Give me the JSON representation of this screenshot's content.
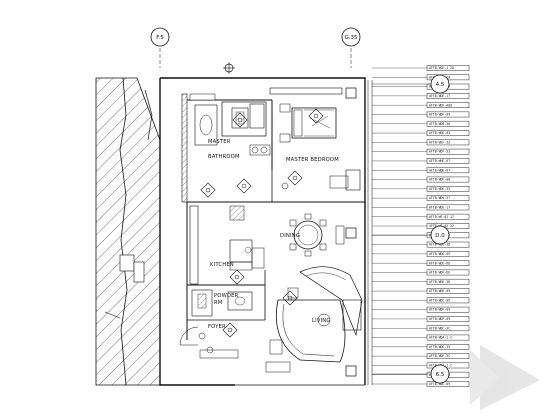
{
  "drawing": {
    "title": "",
    "rooms": {
      "master_bathroom": "MASTER\nBATHROOM",
      "master_bedroom": "MASTER BEDROOM",
      "dining": "DINING",
      "kitchen": "KITCHEN",
      "powder_rm": "POWDER\nRM",
      "foyer": "FOYER",
      "living": "LIVING"
    },
    "grid_bubbles": {
      "top_left": "F.5",
      "top_right": "G.35",
      "right_upper": "4.5",
      "right_middle": "D.0",
      "right_lower": "6.5"
    },
    "tags": [
      "AFTB-WGE-1 20",
      "AFTB-WSF-20",
      "AFTB-WDE-04",
      "AFTB-WDE-17",
      "AFTB-WDF-400",
      "AFTB-WDF-09",
      "AFTB-WDB-36",
      "AFTB-WDE-03",
      "AFTB-WEF-3Z",
      "AFTB-WDF-3Z",
      "AFTB-WHE-07",
      "AFTB-WDE-07",
      "AFTB-WDE-08",
      "AFTB-WDE-3V",
      "AFTB-WDV-3T",
      "AFTB-WDE-17",
      "AFTB-WE-02 17",
      "AFTB-WE-02 22",
      "AFTB-WDE-17",
      "AFTB-WDE-3D",
      "AFTB-WDE-09",
      "AFTB-WDE-6D",
      "AFTB-WDF-DE",
      "AFTB-WDE-3D",
      "AFTB-WDE-09",
      "AFTB-WDC-09",
      "AFTB-WDF-09",
      "AFTB-WDF-09",
      "AFTB-WBC-3C",
      "AFTB-WDA-1-C",
      "AFTB-WDE-3V",
      "AFTB-WDF-3C",
      "AFTB-WDA-1-C",
      "AFTB-WDE-09",
      "AFTB-WDE-09"
    ],
    "colors": {
      "line": "#111111",
      "hatch": "#333333",
      "background": "#ffffff"
    }
  }
}
